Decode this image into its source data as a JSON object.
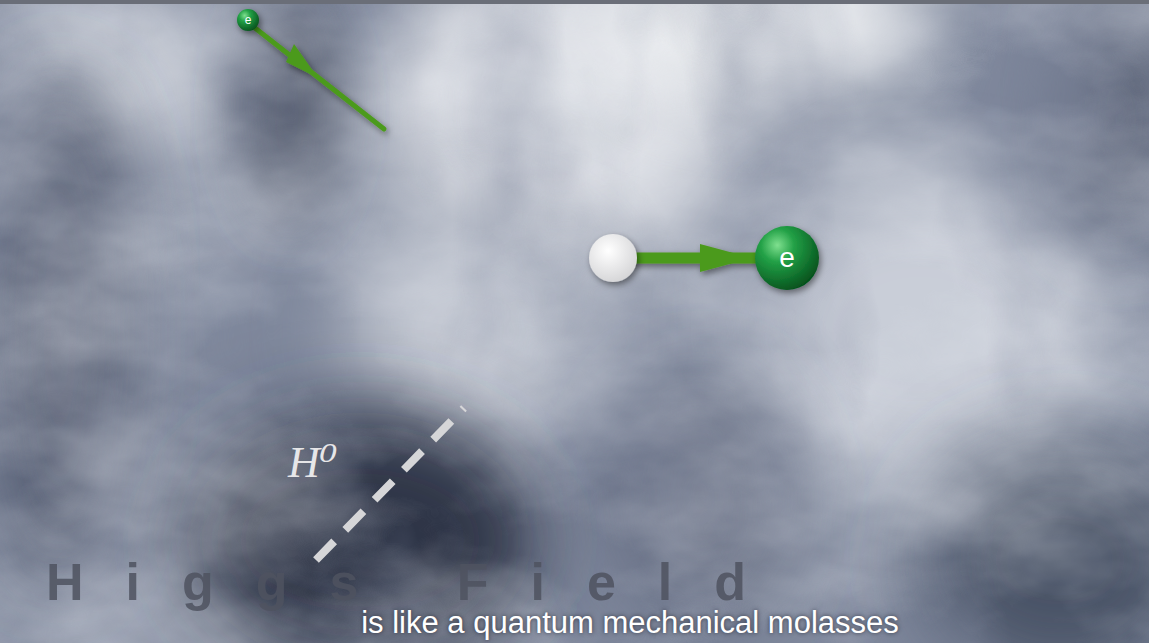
{
  "diagram": {
    "caption": "is like a quantum mechanical molasses",
    "nodes": [
      {
        "text": [
          "e"
        ]
      },
      {
        "text": [
          "e"
        ]
      }
    ],
    "labels": [
      "H⁰",
      "Higgs Field"
    ]
  }
}
